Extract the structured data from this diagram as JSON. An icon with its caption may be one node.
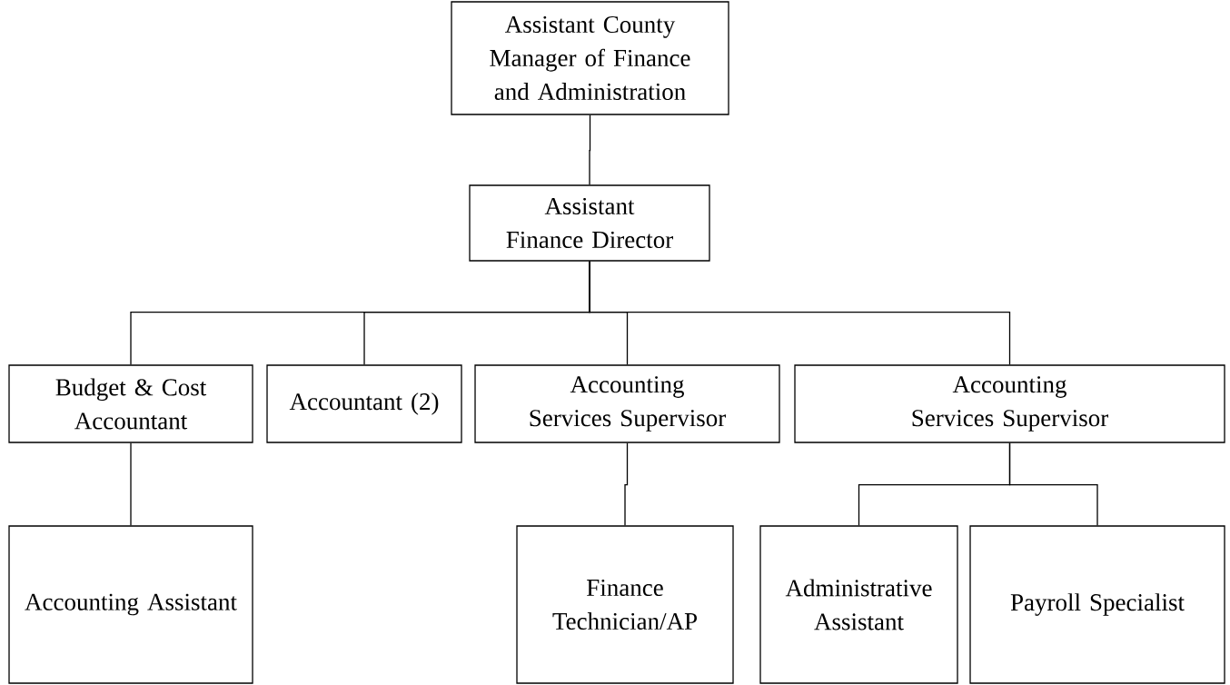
{
  "diagram": {
    "nodes": [
      {
        "text": [
          "Assistant County Manager of Finance and Administration"
        ]
      },
      {
        "text": [
          "Assistant Finance Director"
        ]
      },
      {
        "text": [
          "Budget & Cost Accountant"
        ]
      },
      {
        "text": [
          "Accountant (2)"
        ]
      },
      {
        "text": [
          "Accounting Services Supervisor"
        ]
      },
      {
        "text": [
          "Accounting Services Supervisor"
        ]
      },
      {
        "text": [
          "Accounting Assistant"
        ]
      },
      {
        "text": [
          "Finance Technician/AP"
        ]
      },
      {
        "text": [
          "Administrative Assistant"
        ]
      },
      {
        "text": [
          "Payroll Specialist"
        ]
      }
    ],
    "edges": [
      {
        "from": 0,
        "to": 1,
        "arrow": "none"
      },
      {
        "from": 1,
        "to": 2,
        "arrow": "none"
      },
      {
        "from": 1,
        "to": 3,
        "arrow": "none"
      },
      {
        "from": 1,
        "to": 4,
        "arrow": "none"
      },
      {
        "from": 1,
        "to": 5,
        "arrow": "none"
      },
      {
        "from": 2,
        "to": 6,
        "arrow": "none"
      },
      {
        "from": 4,
        "to": 7,
        "arrow": "none"
      },
      {
        "from": 5,
        "to": 8,
        "arrow": "none"
      },
      {
        "from": 5,
        "to": 9,
        "arrow": "none"
      }
    ]
  }
}
